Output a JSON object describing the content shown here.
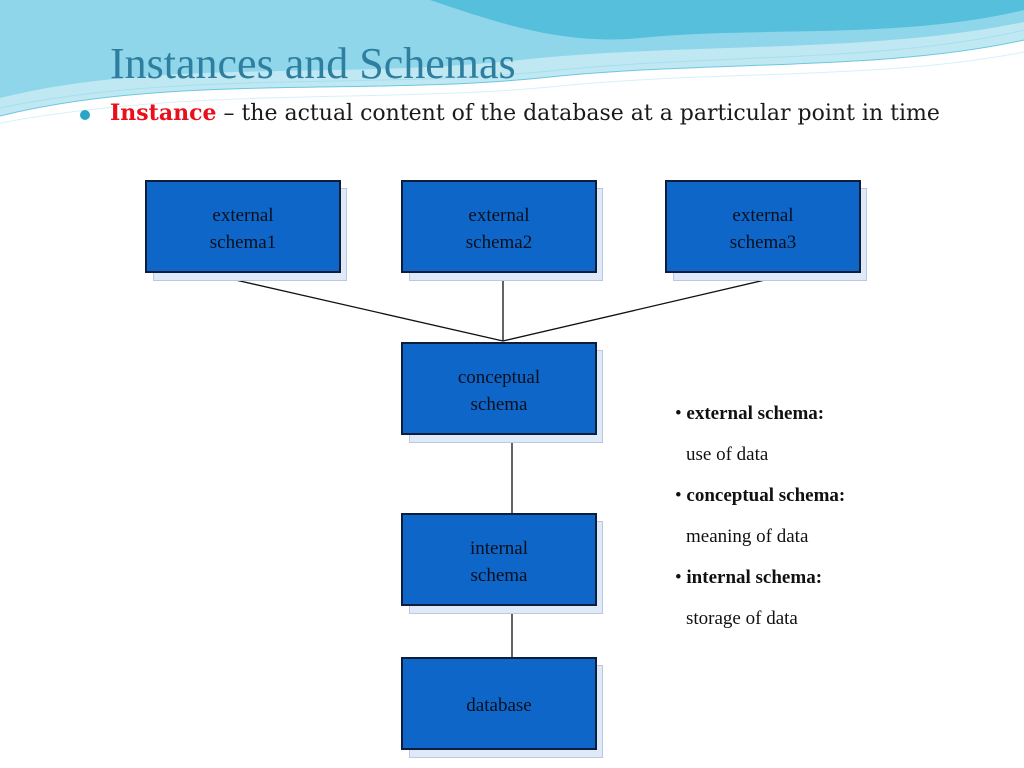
{
  "slide": {
    "title": "Instances and Schemas",
    "bullet": {
      "keyword": "Instance",
      "text": " – the actual content of the database at a particular point in time"
    }
  },
  "diagram": {
    "external_boxes": [
      {
        "line1": "external",
        "line2": "schema1"
      },
      {
        "line1": "external",
        "line2": "schema2"
      },
      {
        "line1": "external",
        "line2": "schema3"
      }
    ],
    "conceptual_box": {
      "line1": "conceptual",
      "line2": "schema"
    },
    "internal_box": {
      "line1": "internal",
      "line2": "schema"
    },
    "database_box": {
      "label": "database"
    }
  },
  "legend": {
    "items": [
      {
        "bullet": "•",
        "term": "external schema:",
        "desc": "use of data"
      },
      {
        "bullet": "•",
        "term": "conceptual schema:",
        "desc": "meaning of data"
      },
      {
        "bullet": "•",
        "term": "internal schema:",
        "desc": "storage of data"
      }
    ]
  },
  "colors": {
    "title": "#2e7f9f",
    "keyword": "#e8101b",
    "box_fill": "#0e67c8",
    "box_border": "#0c1e3c",
    "bullet_marker": "#2aa6c4"
  }
}
